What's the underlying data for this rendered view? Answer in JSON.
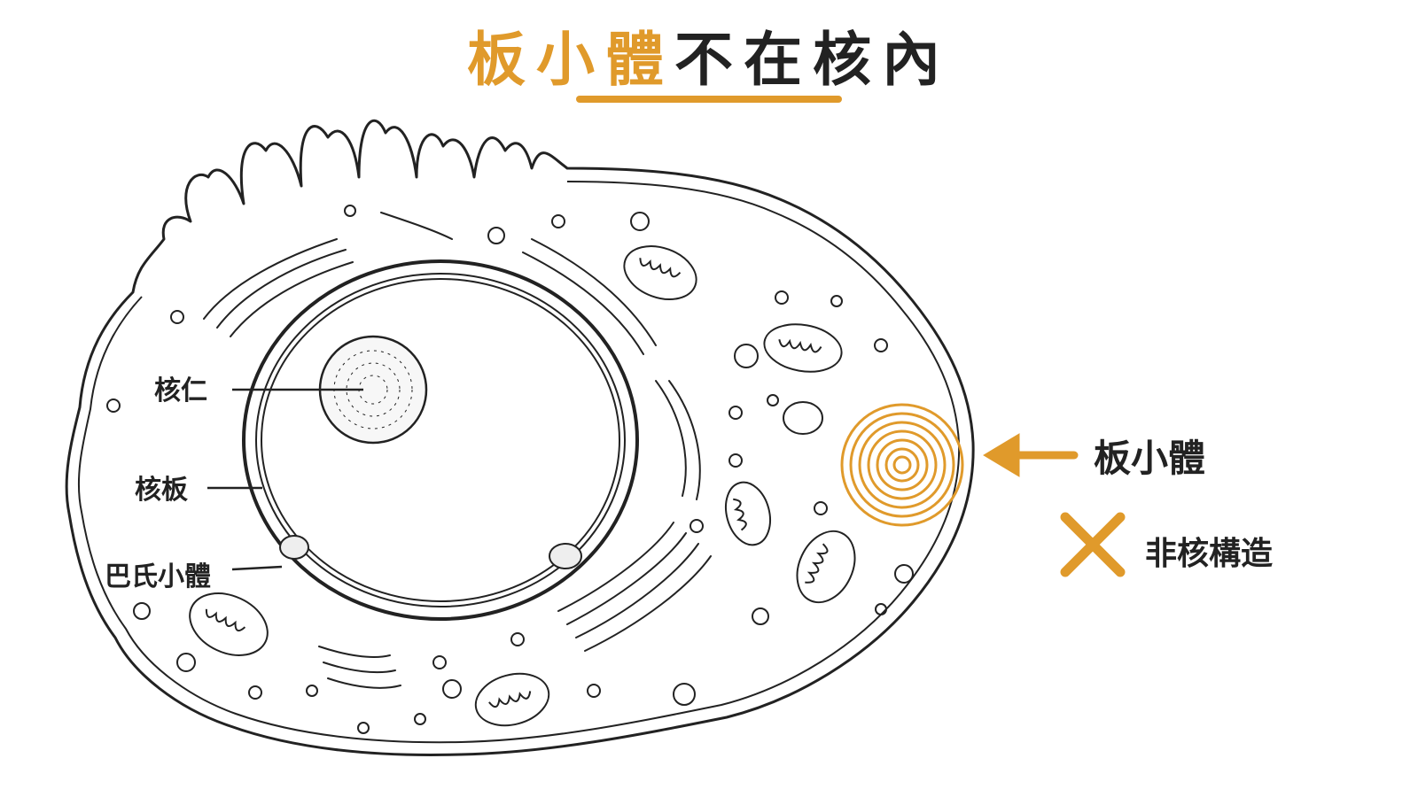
{
  "title": {
    "accent_text": "板小體",
    "rest_text": "不在核內"
  },
  "labels": {
    "nucleolus": "核仁",
    "nuclear_plate": "核板",
    "barr_body": "巴氏小體",
    "platelet": "板小體",
    "non_nuclear": "非核構造"
  },
  "icons": {
    "arrow": "arrow-left-icon",
    "cross": "x-mark-icon"
  },
  "colors": {
    "accent": "#E09A2B",
    "line": "#222222",
    "background": "#FFFFFF"
  }
}
